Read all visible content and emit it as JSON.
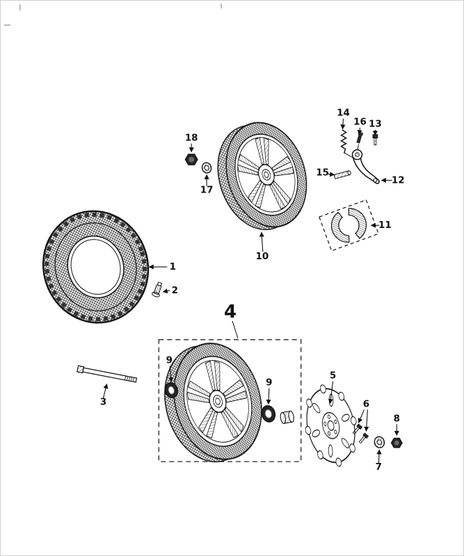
{
  "colors": {
    "line": "#111111",
    "background": "#ffffff"
  },
  "callouts": {
    "c1": "1",
    "c2": "2",
    "c3": "3",
    "c4": "4",
    "c5": "5",
    "c6": "6",
    "c7": "7",
    "c8": "8",
    "c9a": "9",
    "c9b": "9",
    "c10": "10",
    "c11": "11",
    "c12": "12",
    "c13": "13",
    "c14": "14",
    "c15": "15",
    "c16": "16",
    "c17": "17",
    "c18": "18"
  }
}
